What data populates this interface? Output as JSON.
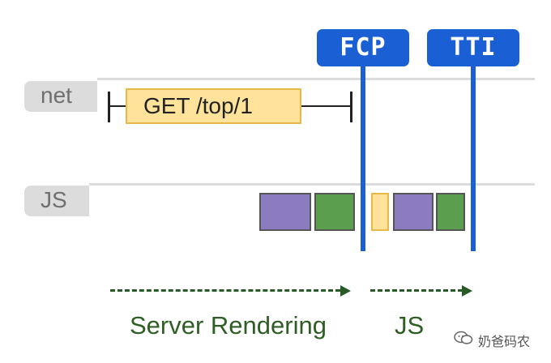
{
  "tracks": [
    {
      "label": "net"
    },
    {
      "label": "JS"
    }
  ],
  "markers": [
    {
      "label": "FCP"
    },
    {
      "label": "TTI"
    }
  ],
  "network": {
    "request_label": "GET /top/1"
  },
  "phases": [
    {
      "label": "Server Rendering"
    },
    {
      "label": "JS"
    }
  ],
  "watermark": {
    "text": "奶爸码农"
  },
  "colors": {
    "marker_blue": "#1a5fd4",
    "task_purple": "#8d7bbf",
    "task_green": "#5a9e4e",
    "task_yellow": "#ffe39a",
    "phase_green": "#285a28"
  }
}
